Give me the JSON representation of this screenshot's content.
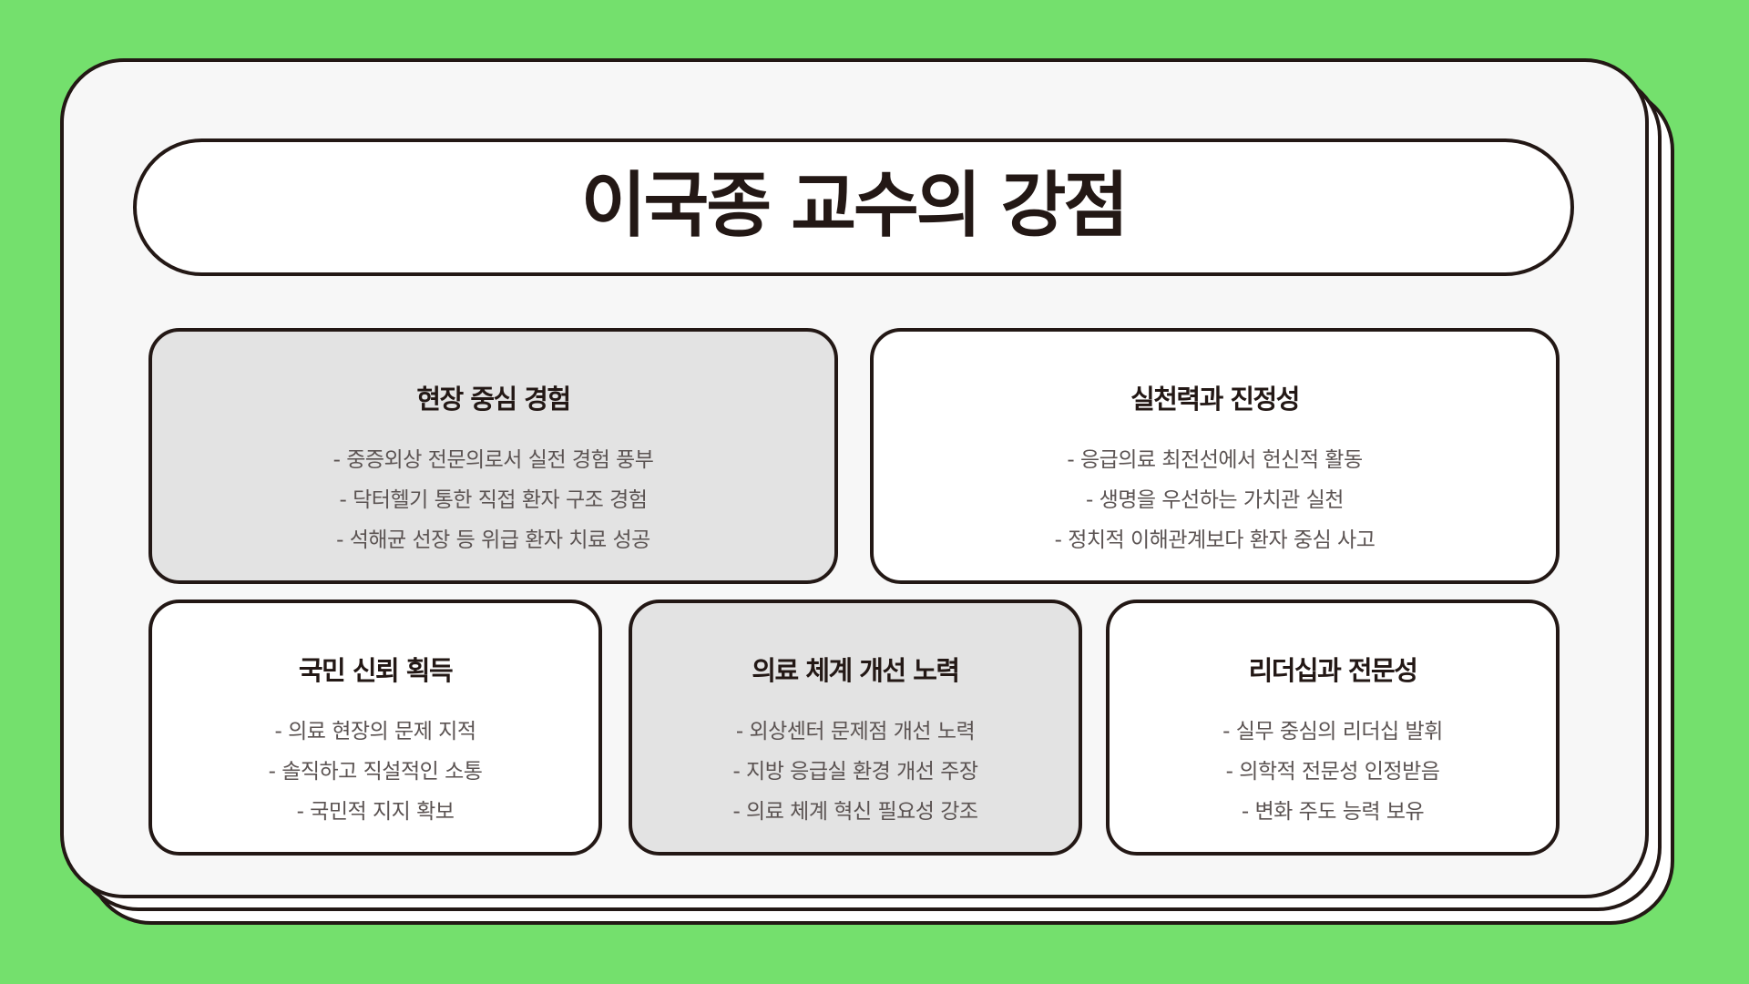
{
  "colors": {
    "background": "#74e06d",
    "card_border": "#231815",
    "main_card_fill": "#f7f7f7",
    "gray_card_fill": "#e3e3e3",
    "white_card_fill": "#ffffff",
    "heading_text": "#231815",
    "body_text": "#5b5352"
  },
  "header": {
    "title": "이국종 교수의 강점"
  },
  "cards": [
    {
      "title": "현장 중심 경험",
      "style": "gray",
      "items": [
        "- 중증외상 전문의로서 실전 경험 풍부",
        "- 닥터헬기 통한 직접 환자 구조 경험",
        "- 석해균 선장 등 위급 환자 치료 성공"
      ]
    },
    {
      "title": "실천력과 진정성",
      "style": "white",
      "items": [
        "- 응급의료 최전선에서 헌신적 활동",
        "- 생명을 우선하는 가치관 실천",
        "- 정치적 이해관계보다 환자 중심 사고"
      ]
    },
    {
      "title": "국민 신뢰 획득",
      "style": "white",
      "items": [
        "- 의료 현장의 문제 지적",
        "- 솔직하고 직설적인 소통",
        "- 국민적 지지 확보"
      ]
    },
    {
      "title": "의료 체계 개선 노력",
      "style": "gray",
      "items": [
        "- 외상센터 문제점 개선 노력",
        "- 지방 응급실 환경 개선 주장",
        "- 의료 체계 혁신 필요성 강조"
      ]
    },
    {
      "title": "리더십과 전문성",
      "style": "white",
      "items": [
        "- 실무 중심의 리더십 발휘",
        "- 의학적 전문성 인정받음",
        "- 변화 주도 능력 보유"
      ]
    }
  ]
}
